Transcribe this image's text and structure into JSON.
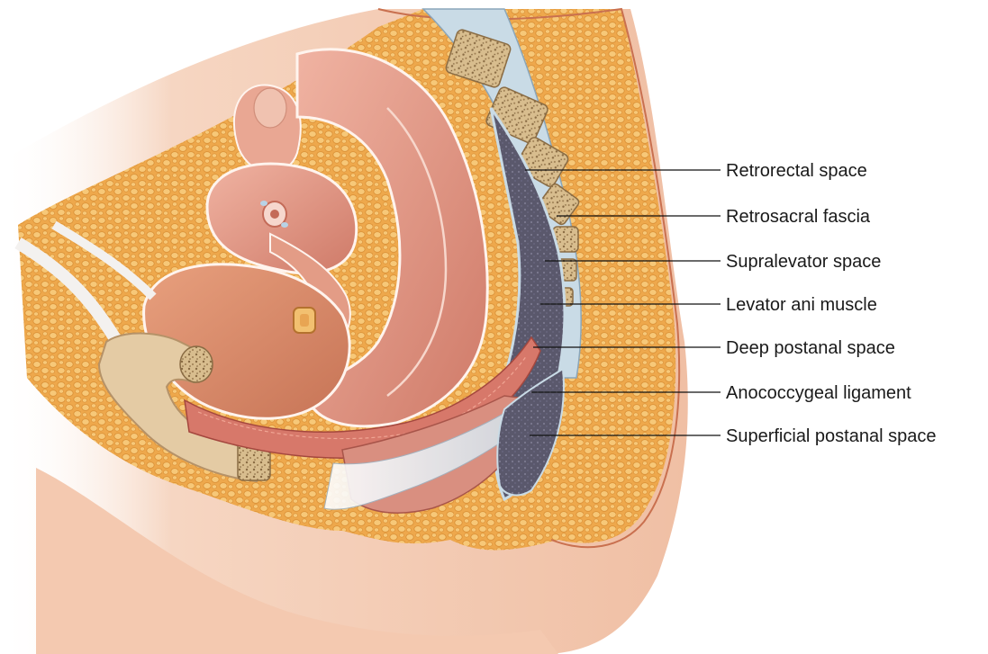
{
  "figure": {
    "labels": [
      {
        "id": "retrorectal-space",
        "text": "Retrorectal space"
      },
      {
        "id": "retrosacral-fascia",
        "text": "Retrosacral fascia"
      },
      {
        "id": "supralevator-space",
        "text": "Supralevator space"
      },
      {
        "id": "levator-ani-muscle",
        "text": "Levator ani muscle"
      },
      {
        "id": "deep-postanal-space",
        "text": "Deep postanal space"
      },
      {
        "id": "anococcygeal-ligament",
        "text": "Anococcygeal ligament"
      },
      {
        "id": "superficial-postanal-space",
        "text": "Superficial postanal space"
      }
    ]
  },
  "colors": {
    "skin": "#f3c8ae",
    "fat": "#f2b45c",
    "muscle": "#d98a78",
    "bone": "#dcc29a",
    "space": "#5c5a70",
    "fascia": "#c9dbe6",
    "tendon": "#e9eef2"
  }
}
